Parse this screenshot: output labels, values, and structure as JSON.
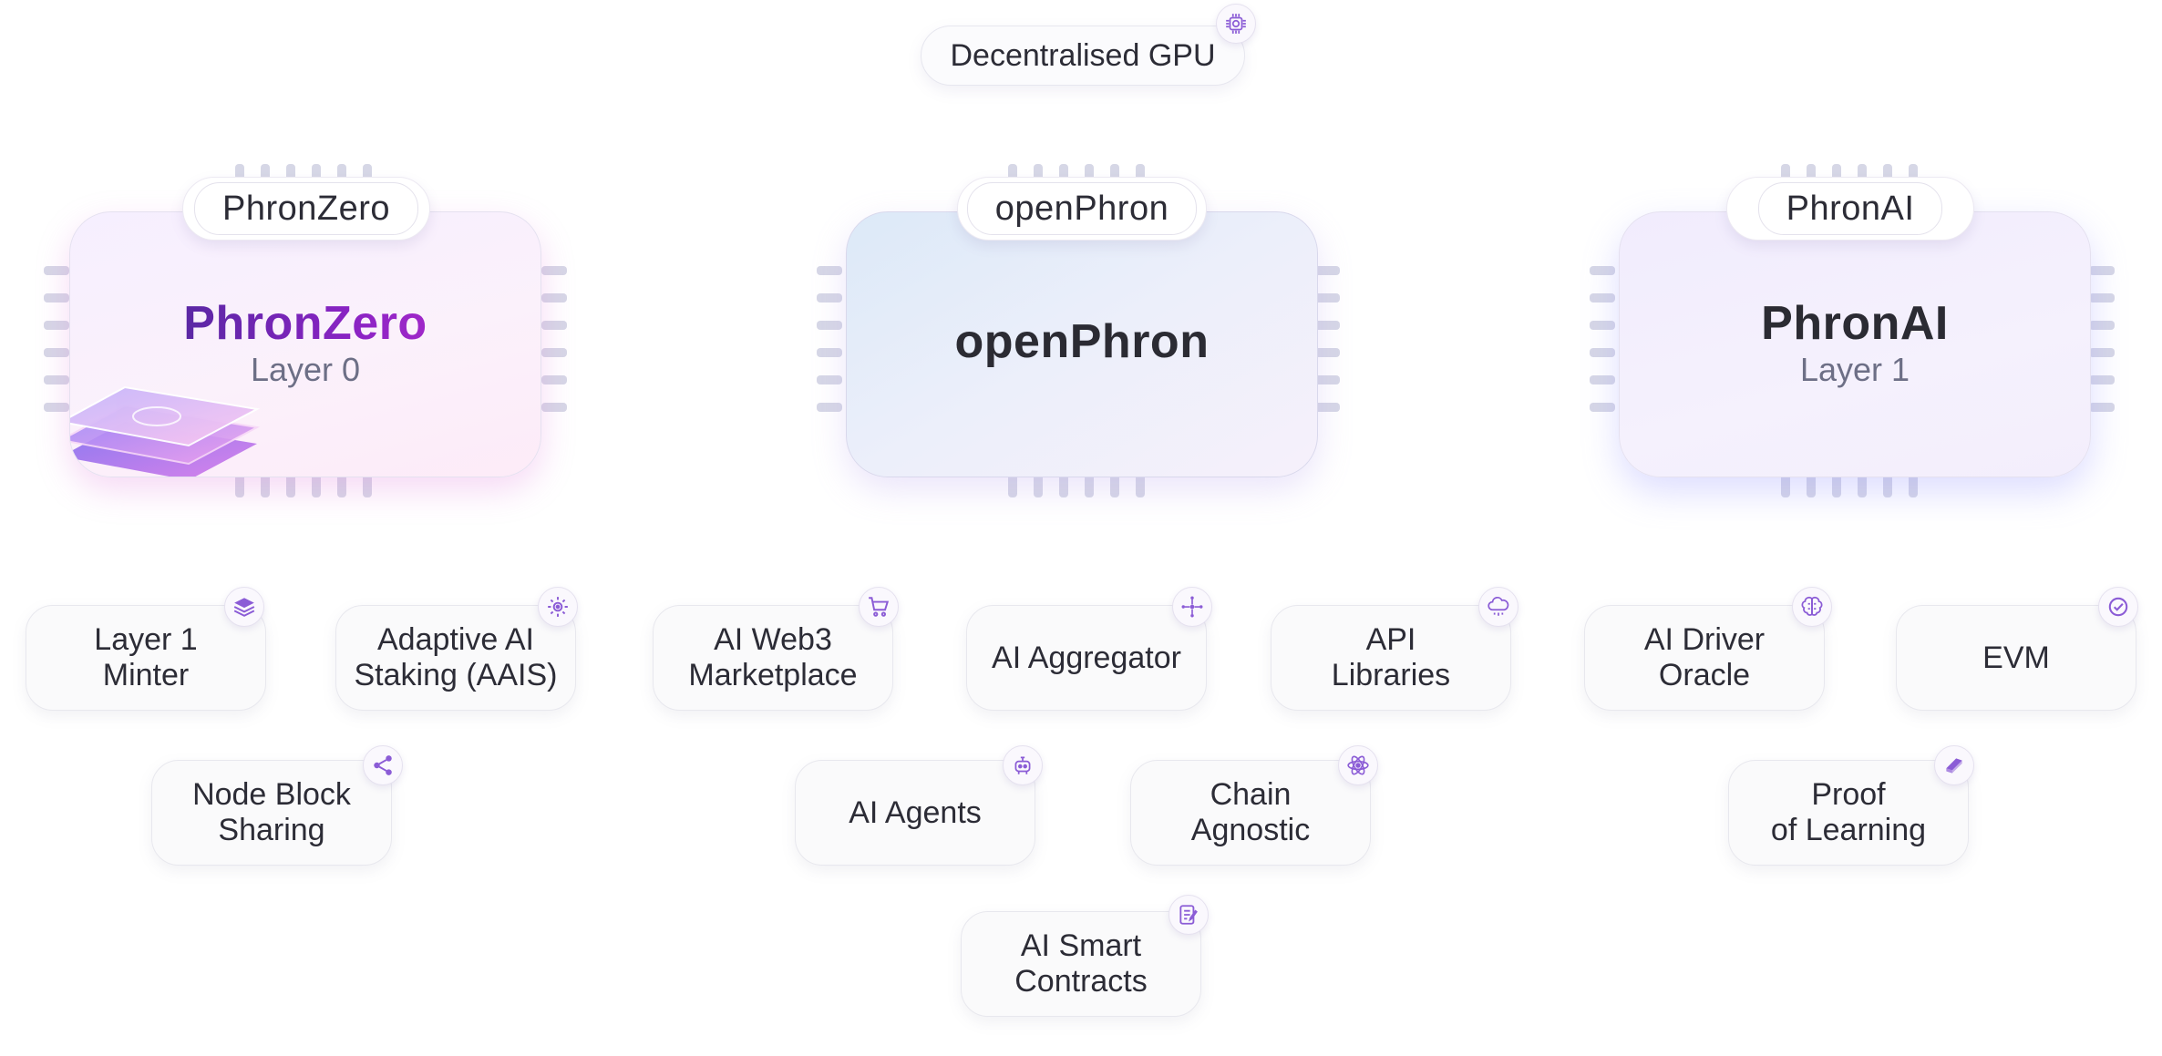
{
  "top": {
    "label": "Decentralised GPU",
    "icon": "cpu-chip-icon"
  },
  "chips": {
    "zero": {
      "tag": "PhronZero",
      "title": "PhronZero",
      "subtitle": "Layer 0"
    },
    "open": {
      "tag": "openPhron",
      "title": "openPhron",
      "subtitle": ""
    },
    "ai": {
      "tag": "PhronAI",
      "title": "PhronAI",
      "subtitle": "Layer 1"
    }
  },
  "features": {
    "layer1_minter": {
      "label": "Layer 1\nMinter",
      "icon": "layers-icon"
    },
    "aais": {
      "label": "Adaptive AI\nStaking (AAIS)",
      "icon": "gear-icon"
    },
    "node_block": {
      "label": "Node Block\nSharing",
      "icon": "share-icon"
    },
    "web3_market": {
      "label": "AI Web3\nMarketplace",
      "icon": "cart-icon"
    },
    "aggregator": {
      "label": "AI Aggregator",
      "icon": "network-icon"
    },
    "api_libs": {
      "label": "API\nLibraries",
      "icon": "cloud-icon"
    },
    "ai_agents": {
      "label": "AI Agents",
      "icon": "robot-icon"
    },
    "chain_agnostic": {
      "label": "Chain\nAgnostic",
      "icon": "atom-icon"
    },
    "smart_contracts": {
      "label": "AI Smart\nContracts",
      "icon": "document-icon"
    },
    "driver_oracle": {
      "label": "AI Driver\nOracle",
      "icon": "brain-icon"
    },
    "evm": {
      "label": "EVM",
      "icon": "check-badge-icon"
    },
    "proof_learning": {
      "label": "Proof\nof Learning",
      "icon": "book-icon"
    }
  },
  "colors": {
    "accent_purple": "#8b5cd6",
    "chip_pin": "#d6d7e6",
    "zero_gradient_start": "#3a2a8e",
    "zero_gradient_end": "#c02ed0"
  }
}
